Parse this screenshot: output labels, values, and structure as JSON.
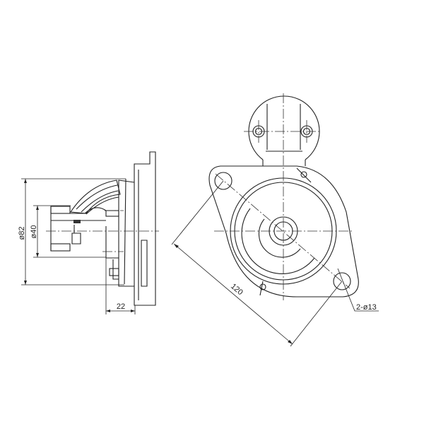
{
  "drawing": {
    "side_view": {
      "dim_outer_diameter": "ø82",
      "dim_inner_diameter": "ø40",
      "dim_offset": "22"
    },
    "front_view": {
      "dim_hole_spacing": "120",
      "dim_holes": "2-ø13"
    },
    "line_color": "#222222"
  }
}
